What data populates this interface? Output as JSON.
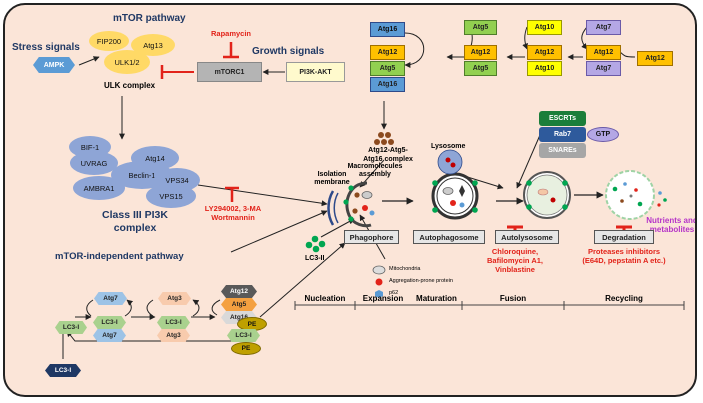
{
  "mtor": {
    "title": "mTOR pathway",
    "fip200": "FIP200",
    "atg13": "Atg13",
    "ulk": "ULK1/2",
    "ulk_complex": "ULK complex",
    "stress_signals": "Stress signals",
    "ampk": "AMPK",
    "rapamycin": "Rapamycin",
    "growth_signals": "Growth signals",
    "mtorc1": "mTORC1",
    "pi3k_akt": "PI3K-AKT"
  },
  "class3": {
    "bif1": "BIF-1",
    "uvrag": "UVRAG",
    "atg14": "Atg14",
    "beclin": "Beclin-1",
    "vps34": "VPS34",
    "ambra1": "AMBRA1",
    "vps15": "VPS15",
    "title_line1": "Class III PI3K",
    "title_line2": "complex",
    "inhib1": "LY294002, 3-MA",
    "inhib2": "Wortmannin"
  },
  "mtor_independent": "mTOR-independent pathway",
  "conj_top": {
    "atg16": "Atg16",
    "atg12": "Atg12",
    "atg5": "Atg5",
    "atg10": "Atg10",
    "atg7": "Atg7",
    "complex_line1": "Atg12-Atg5-",
    "complex_line2": "Atg16  complex"
  },
  "lc3": {
    "lc3i": "LC3-I",
    "lc3ii": "LC3-II",
    "atg7": "Atg7",
    "atg3": "Atg3",
    "atg12": "Atg12",
    "atg5": "Atg5",
    "atg16": "Atg16",
    "pe": "PE"
  },
  "pathway": {
    "isolation_line1": "Isolation",
    "isolation_line2": "membrane",
    "macro_line1": "Macromolecules",
    "macro_line2": "assembly",
    "lysosome": "Lysosome",
    "escrts": "ESCRTs",
    "rab7": "Rab7",
    "gtp": "GTP",
    "snares": "SNAREs",
    "nutrients_line1": "Nutrients and",
    "nutrients_line2": "metabolites"
  },
  "stages": [
    "Phagophore",
    "Autophagosome",
    "Autolysosome",
    "Degradation"
  ],
  "legend": {
    "mitochondria": "Mitochondria",
    "aggregation": "Aggregation-prone protein",
    "p62": "p62"
  },
  "inhibitors": {
    "fusion_line1": "Chloroquine,",
    "fusion_line2": "Bafilomycin A1,",
    "fusion_line3": "Vinblastine",
    "degr_line1": "Proteases inhibitors",
    "degr_line2": "(E64D, pepstatin A etc.)"
  },
  "phases": [
    "Nucleation",
    "Expansion",
    "Maturation",
    "Fusion",
    "Recycling"
  ],
  "colors": {
    "background": "#fbe5d8",
    "blue": "#5b9bd5",
    "green": "#92d050",
    "yellow": "#ffff00",
    "orange": "#ffc000",
    "purple": "#b4a7e5",
    "inhibitor_red": "#e2231a",
    "nutrients_purple": "#b533c8"
  }
}
